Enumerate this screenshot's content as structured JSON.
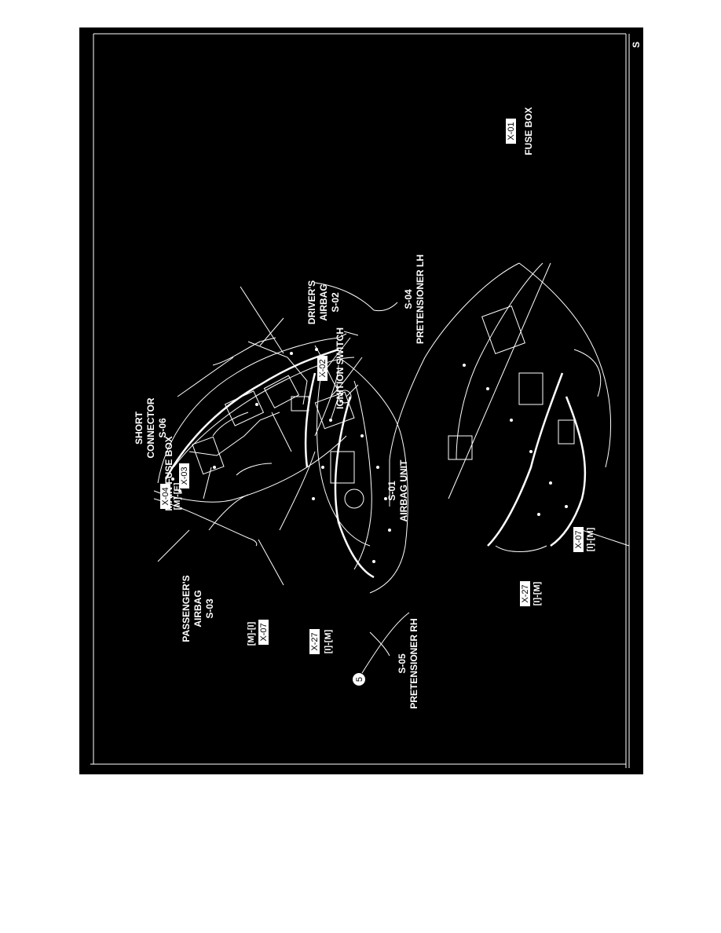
{
  "page": {
    "corner_letter": "S"
  },
  "labels": {
    "short_connector": [
      "SHORT",
      "CONNECTOR",
      "S-06"
    ],
    "passengers_airbag": [
      "PASSENGER'S",
      "AIRBAG",
      "S-03"
    ],
    "drivers_airbag": [
      "DRIVER'S",
      "AIRBAG",
      "S-02"
    ],
    "ignition_switch": "IGNITION SWITCH",
    "airbag_unit": [
      "S-01",
      "AIRBAG UNIT"
    ],
    "pretensioner_lh": [
      "S-04",
      "PRETENSIONER LH"
    ],
    "pretensioner_rh": [
      "S-05",
      "PRETENSIONER RH"
    ],
    "main_fuse_box": "MAIN FUSE BOX",
    "fuse_box": "FUSE BOX",
    "ground_point": "5"
  },
  "connectors": {
    "x01": "X-01",
    "x02": "X-02",
    "x03": "X-03",
    "x04": "X-04",
    "x07_top": "X-07",
    "x07_bottom": "X-07",
    "x27_top": "X-27",
    "x27_bottom": "X-27"
  },
  "grid_refs": {
    "x07_top_ref": "[M]-[I]",
    "x27_top_ref": "[I]-[M]",
    "x04_ref": "[M]-[E]",
    "x07_bottom_ref": "[I]-[M]",
    "x27_bottom_ref": "[I]-[M]"
  }
}
